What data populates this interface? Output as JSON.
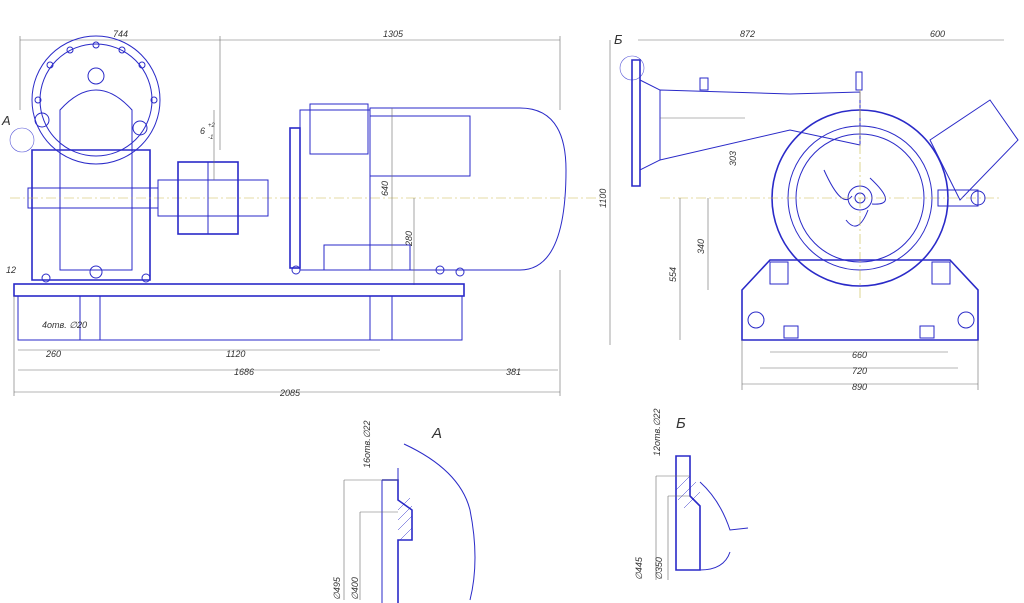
{
  "views": {
    "side": {
      "dims": {
        "top_left": "744",
        "top_right": "1305",
        "gap": "6",
        "gap_sub": "+2",
        "gap_sub2": "-1",
        "motor_h": "640",
        "axis_h": "280",
        "base_left": "12",
        "holes": "4отв. ∅20",
        "d260": "260",
        "d1120": "1120",
        "d1686": "1686",
        "d381": "381",
        "d2085": "2085"
      },
      "callout": "A"
    },
    "front": {
      "dims": {
        "d872": "872",
        "d600": "600",
        "d1100": "1100",
        "d303": "303",
        "d340": "340",
        "d554": "554",
        "d660": "660",
        "d720": "720",
        "d890": "890"
      },
      "callout": "Б"
    }
  },
  "details": {
    "a": {
      "label": "A",
      "holes": "16отв.∅22",
      "d495": "∅495",
      "d400": "∅400"
    },
    "b": {
      "label": "Б",
      "holes": "12отв.∅22",
      "d445": "∅445",
      "d350": "∅350"
    }
  }
}
